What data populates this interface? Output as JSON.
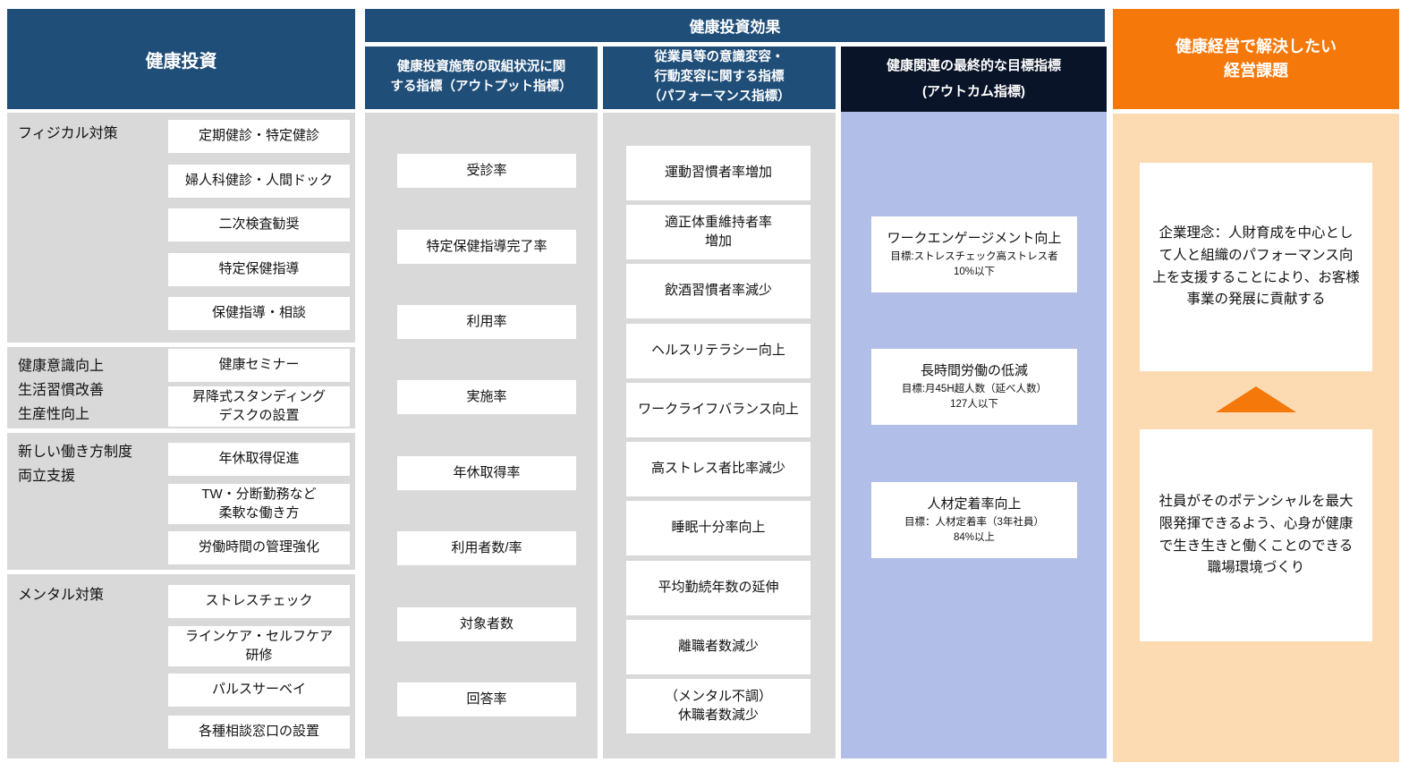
{
  "col_investment": {
    "header": "健康投資",
    "sections": [
      {
        "label": "フィジカル対策",
        "items": [
          "定期健診・特定健診",
          "婦人科健診・人間ドック",
          "二次検査勧奨",
          "特定保健指導",
          "保健指導・相談"
        ]
      },
      {
        "label": "健康意識向上\n生活習慣改善\n生産性向上",
        "items": [
          "健康セミナー",
          "昇降式スタンディング\nデスクの設置"
        ]
      },
      {
        "label": "新しい働き方制度\n両立支援",
        "items": [
          "年休取得促進",
          "TW・分断勤務など\n柔軟な働き方",
          "労働時間の管理強化"
        ]
      },
      {
        "label": "メンタル対策",
        "items": [
          "ストレスチェック",
          "ラインケア・セルフケア\n研修",
          "パルスサーベイ",
          "各種相談窓口の設置"
        ]
      }
    ]
  },
  "effect_banner": "健康投資効果",
  "col_output": {
    "header": "健康投資施策の取組状況に関\nする指標（アウトプット指標）",
    "items": [
      "受診率",
      "特定保健指導完了率",
      "利用率",
      "実施率",
      "年休取得率",
      "利用者数/率",
      "対象者数",
      "回答率"
    ]
  },
  "col_performance": {
    "header": "従業員等の意識変容・\n行動変容に関する指標\n（パフォーマンス指標）",
    "items": [
      "運動習慣者率増加",
      "適正体重維持者率\n増加",
      "飲酒習慣者率減少",
      "ヘルスリテラシー向上",
      "ワークライフバランス向上",
      "高ストレス者比率減少",
      "睡眠十分率向上",
      "平均勤続年数の延伸",
      "離職者数減少",
      "（メンタル不調）\n休職者数減少"
    ]
  },
  "col_outcome": {
    "header": "健康関連の最終的な目標指標\n(アウトカム指標)",
    "boxes": [
      {
        "title": "ワークエンゲージメント向上",
        "goal": "目標:ストレスチェック高ストレス者\n10%以下"
      },
      {
        "title": "長時間労働の低減",
        "goal": "目標:月45H超人数（延べ人数）\n127人以下"
      },
      {
        "title": "人材定着率向上",
        "goal": "目標：人材定着率（3年社員）\n84%以上"
      }
    ]
  },
  "col_issues": {
    "header": "健康経営で解決したい\n経営課題",
    "top_box": "企業理念：人財育成を中心として人と組織のパフォーマンス向上を支援することにより、お客様事業の発展に貢献する",
    "bottom_box": "社員がそのポテンシャルを最大限発揮できるよう、心身が健康で生き生きと働くことのできる職場環境づくり"
  },
  "colors": {
    "navy": "#1F4E79",
    "dark_navy": "#0A1428",
    "periwinkle": "#B1BFE8",
    "orange": "#F5780B",
    "light_orange": "#FCDBB3",
    "gray": "#D9D9D9"
  }
}
